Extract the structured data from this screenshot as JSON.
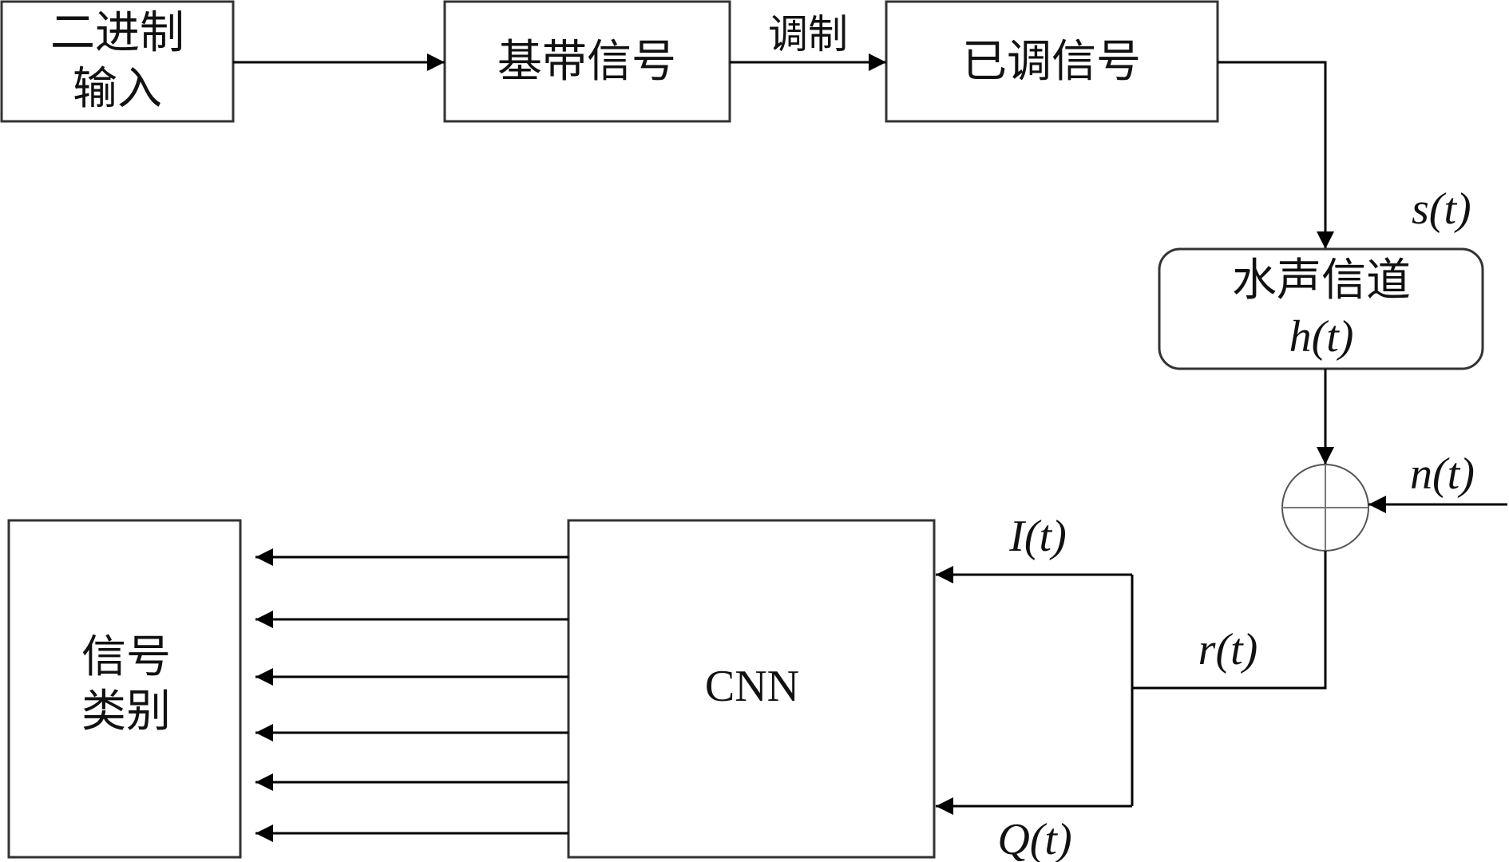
{
  "blocks": {
    "binary_input": [
      "二进制",
      "输入"
    ],
    "baseband": "基带信号",
    "modulated": "已调信号",
    "channel": "水声信道",
    "cnn": "CNN",
    "signal_class": [
      "信号",
      "类别"
    ]
  },
  "edges": {
    "modulate_label": "调制"
  },
  "symbols": {
    "s_t": "s(t)",
    "h_t": "h(t)",
    "n_t": "n(t)",
    "r_t": "r(t)",
    "i_t": "I(t)",
    "q_t": "Q(t)"
  },
  "colors": {
    "stroke": "#333333",
    "line": "#000000",
    "adder": "#555555"
  }
}
